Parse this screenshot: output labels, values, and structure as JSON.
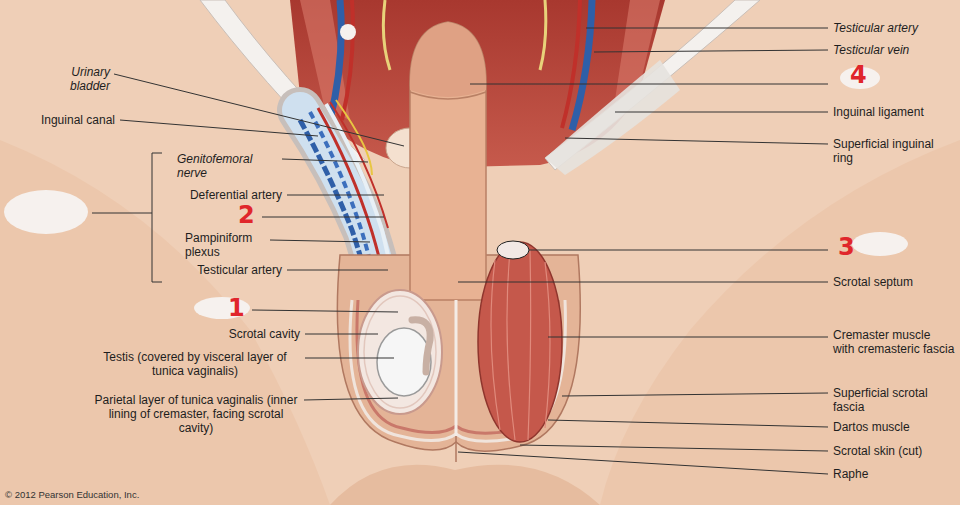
{
  "diagram": {
    "labels": [
      "Testicular artery",
      "Testicular vein",
      "4",
      "Urinary bladder",
      "Inguinal ligament",
      "Inguinal canal",
      "Superficial inguinal ring",
      "Genitofemoral nerve",
      "Deferential artery",
      "2",
      "Pampiniform plexus",
      "3",
      "Testicular artery",
      "Scrotal septum",
      "1",
      "Scrotal cavity",
      "Cremaster muscle with cremasteric fascia",
      "Testis (covered by visceral layer of tunica vaginalis)",
      "Superficial scrotal fascia",
      "Parietal layer of tunica vaginalis (inner lining of cremaster, facing scrotal cavity)",
      "Dartos muscle",
      "Scrotal skin (cut)",
      "Raphe",
      "© 2012 Pearson Education, Inc."
    ]
  }
}
